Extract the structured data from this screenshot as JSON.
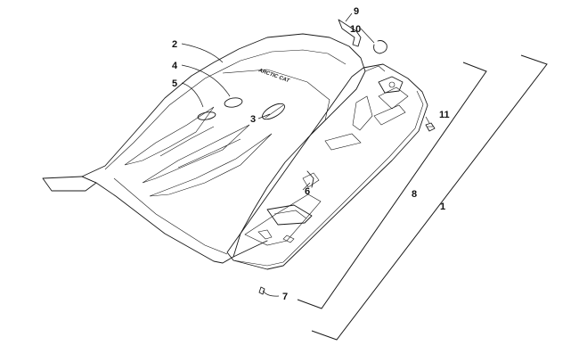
{
  "diagram": {
    "callouts": {
      "c1": "1",
      "c2": "2",
      "c3": "3",
      "c4": "4",
      "c5": "5",
      "c6": "6",
      "c7": "7",
      "c8": "8",
      "c9": "9",
      "c10": "10",
      "c11": "11"
    },
    "seat_logo": "ARCTIC CAT"
  }
}
